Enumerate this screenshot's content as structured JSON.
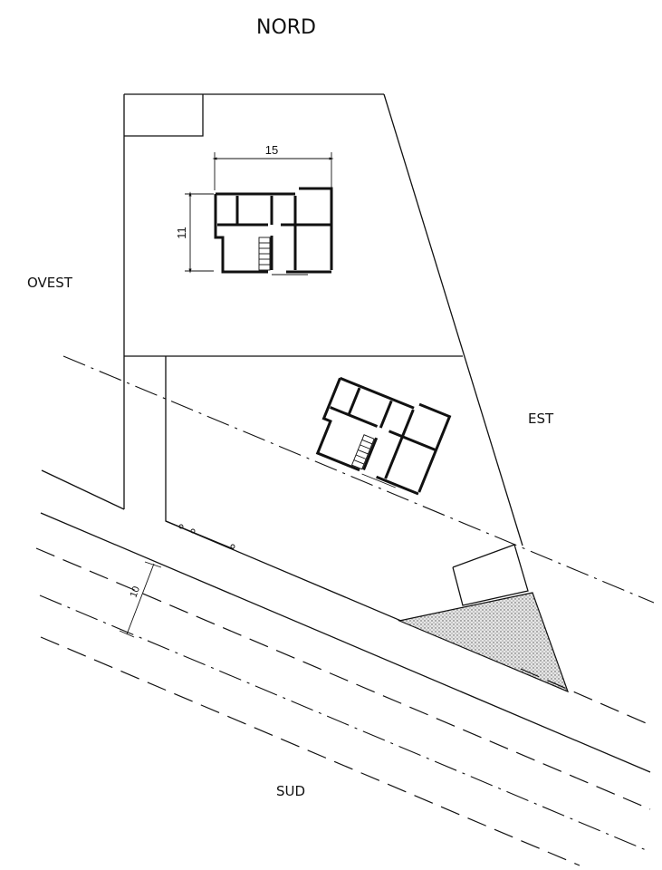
{
  "compass": {
    "north": "NORD",
    "south": "SUD",
    "east": "EST",
    "west": "OVEST"
  },
  "dimensions": {
    "house_width": "15",
    "house_depth": "11",
    "road_width": "10"
  },
  "colors": {
    "ink": "#111111",
    "background": "#ffffff",
    "hatch_fill": "#cfcfcf"
  }
}
